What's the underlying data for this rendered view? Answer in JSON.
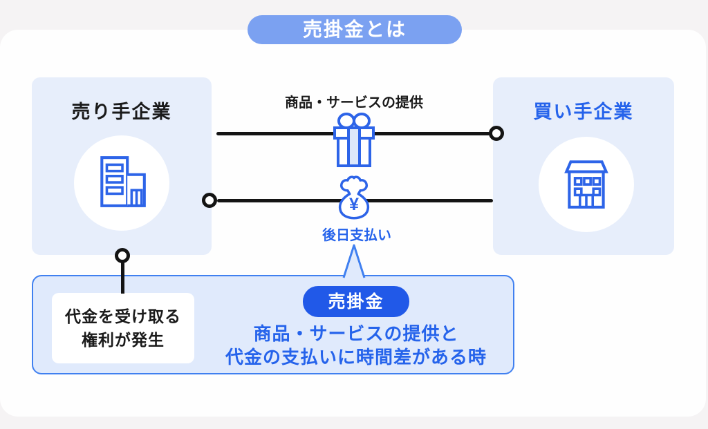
{
  "title_badge": "売掛金とは",
  "seller": {
    "title": "売り手企業"
  },
  "buyer": {
    "title": "買い手企業"
  },
  "flows": {
    "provide_label": "商品・サービスの提供",
    "payment_label": "後日支払い"
  },
  "receivable_note": {
    "line1": "代金を受け取る",
    "line2": "権利が発生"
  },
  "definition": {
    "badge": "売掛金",
    "line1": "商品・サービスの提供と",
    "line2": "代金の支払いに時間差がある時"
  },
  "icons": {
    "yen_symbol": "¥",
    "names": [
      "office-building-icon",
      "building-icon",
      "gift-icon",
      "money-bag-icon"
    ]
  },
  "colors": {
    "background": "#F5F3F4",
    "card_white": "#FEFEFE",
    "title_badge_blue": "#7BA1F1",
    "panel_light_blue": "#E7EEFB",
    "callout_fill": "#E0EAFC",
    "callout_border": "#4080F0",
    "accent_blue_text": "#2563EB",
    "badge_dark_blue": "#2159E8",
    "icon_stroke_blue": "#2D64E8",
    "line_black": "#141414",
    "text_black": "#1A1A1A"
  }
}
